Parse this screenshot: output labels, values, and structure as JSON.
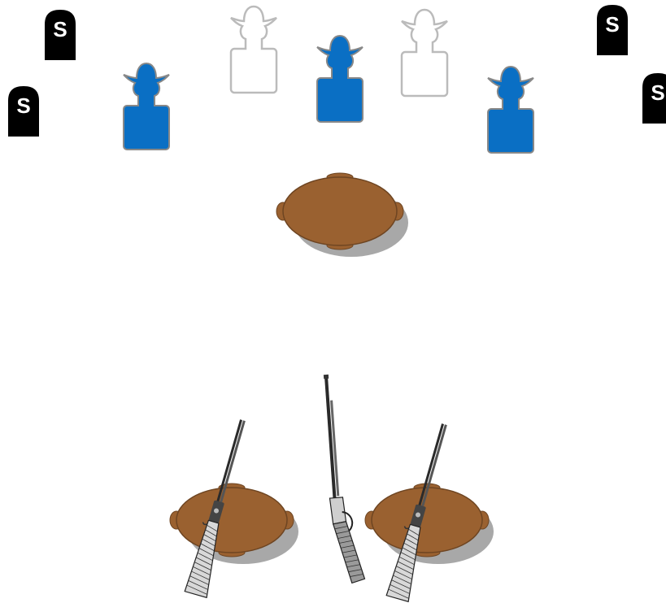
{
  "stage": {
    "steel_targets": [
      {
        "label": "S"
      },
      {
        "label": "S"
      },
      {
        "label": "S"
      },
      {
        "label": "S"
      }
    ],
    "cowboy_targets": [
      {
        "style": "outline"
      },
      {
        "style": "filled"
      },
      {
        "style": "outline"
      },
      {
        "style": "filled"
      },
      {
        "style": "filled"
      }
    ],
    "tables": [
      {
        "role": "center-table"
      },
      {
        "role": "left-shotgun-table"
      },
      {
        "role": "right-shotgun-table"
      }
    ],
    "firearms": [
      {
        "kind": "shotgun-icon"
      },
      {
        "kind": "rifle-icon"
      },
      {
        "kind": "shotgun-icon"
      }
    ]
  },
  "colors": {
    "target_blue": "#0a6fc4",
    "target_outline": "#bbbbbb",
    "steel_black": "#000000",
    "steel_text": "#ffffff",
    "table_brown": "#9a6130",
    "table_edge": "#6e4522",
    "shadow": "#a8a8a8",
    "gun_dark": "#2a2a2a"
  }
}
